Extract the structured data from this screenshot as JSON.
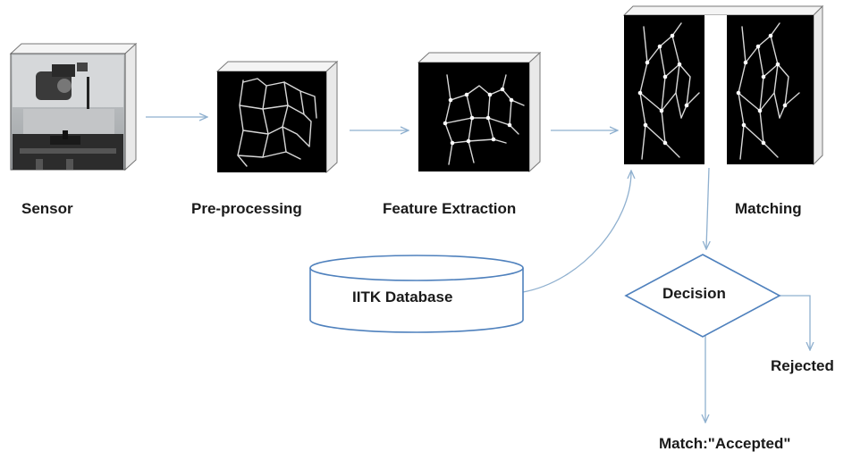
{
  "labels": {
    "sensor": "Sensor",
    "preprocessing": "Pre-processing",
    "feature_extraction": "Feature Extraction",
    "matching": "Matching",
    "database": "IITK Database",
    "decision": "Decision",
    "rejected": "Rejected",
    "accepted": "Match:\"Accepted\""
  },
  "colors": {
    "arrow": "#8fb0cf",
    "shape_stroke": "#4f81bd",
    "cube_side": "#ededed",
    "vein_image_bg": "#000000",
    "vein_line": "#d8d8d8"
  },
  "icons": {
    "sensor": "vein-scanner-device-photo",
    "preprocessing": "preprocessed-vein-image",
    "feature_extraction": "extracted-vein-features-image",
    "matching": "vein-pattern-pair-image"
  }
}
